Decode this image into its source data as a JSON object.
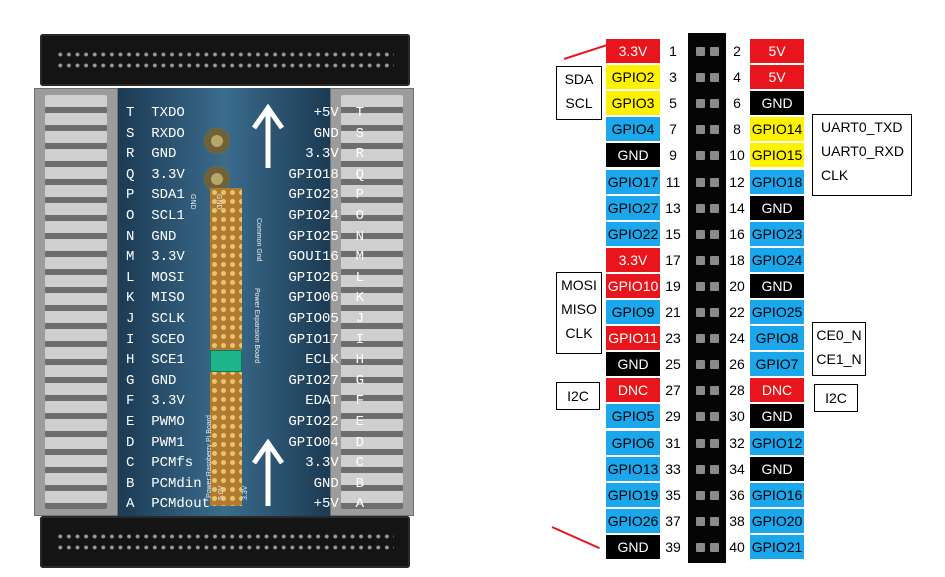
{
  "colors": {
    "red": "#e8161c",
    "yellow": "#fff200",
    "blue": "#1aa7ec",
    "black": "#000000"
  },
  "board": {
    "left_labels": [
      "T  TXDO",
      "S  RXDO",
      "R  GND",
      "Q  3.3V",
      "P  SDA1",
      "O  SCL1",
      "N  GND",
      "M  3.3V",
      "L  MOSI",
      "K  MISO",
      "J  SCLK",
      "I  SCEO",
      "H  SCE1",
      "G  GND",
      "F  3.3V",
      "E  PWMO",
      "D  PWM1",
      "C  PCMfs",
      "B  PCMdin",
      "A  PCMdout"
    ],
    "right_labels": [
      "+5V  T",
      "GND  S",
      "3.3V  R",
      "GPIO18  Q",
      "GPIO23  P",
      "GPIO24  O",
      "GPIO25  N",
      "GOUI16  M",
      "GPIO26  L",
      "GPIO06  K",
      "GPIO05  J",
      "GPIO17  I",
      "ECLK  H",
      "GPIO27  G",
      "EDAT  F",
      "GPIO22  E",
      "GPIO04  D",
      "3.3V  C",
      "GND  B",
      "+5V  A"
    ],
    "small": {
      "gnd1": "GND",
      "gnd2": "GND",
      "common_gnd": "Common Gnd",
      "expansion": "Power Expansion Board",
      "power": "Power:Raspberry Pi Board",
      "v5": "5.0V",
      "v33": "3.3V"
    }
  },
  "pinout": {
    "left": [
      {
        "pin": 1,
        "label": "3.3V",
        "color": "red"
      },
      {
        "pin": 3,
        "label": "GPIO2",
        "color": "yellow"
      },
      {
        "pin": 5,
        "label": "GPIO3",
        "color": "yellow"
      },
      {
        "pin": 7,
        "label": "GPIO4",
        "color": "blue"
      },
      {
        "pin": 9,
        "label": "GND",
        "color": "black"
      },
      {
        "pin": 11,
        "label": "GPIO17",
        "color": "blue"
      },
      {
        "pin": 13,
        "label": "GPIO27",
        "color": "blue"
      },
      {
        "pin": 15,
        "label": "GPIO22",
        "color": "blue"
      },
      {
        "pin": 17,
        "label": "3.3V",
        "color": "red"
      },
      {
        "pin": 19,
        "label": "GPIO10",
        "color": "red"
      },
      {
        "pin": 21,
        "label": "GPIO9",
        "color": "blue"
      },
      {
        "pin": 23,
        "label": "GPIO11",
        "color": "red"
      },
      {
        "pin": 25,
        "label": "GND",
        "color": "black"
      },
      {
        "pin": 27,
        "label": "DNC",
        "color": "red"
      },
      {
        "pin": 29,
        "label": "GPIO5",
        "color": "blue"
      },
      {
        "pin": 31,
        "label": "GPIO6",
        "color": "blue"
      },
      {
        "pin": 33,
        "label": "GPIO13",
        "color": "blue"
      },
      {
        "pin": 35,
        "label": "GPIO19",
        "color": "blue"
      },
      {
        "pin": 37,
        "label": "GPIO26",
        "color": "blue"
      },
      {
        "pin": 39,
        "label": "GND",
        "color": "black"
      }
    ],
    "right": [
      {
        "pin": 2,
        "label": "5V",
        "color": "red"
      },
      {
        "pin": 4,
        "label": "5V",
        "color": "red"
      },
      {
        "pin": 6,
        "label": "GND",
        "color": "black"
      },
      {
        "pin": 8,
        "label": "GPIO14",
        "color": "yellow"
      },
      {
        "pin": 10,
        "label": "GPIO15",
        "color": "yellow"
      },
      {
        "pin": 12,
        "label": "GPIO18",
        "color": "blue"
      },
      {
        "pin": 14,
        "label": "GND",
        "color": "black"
      },
      {
        "pin": 16,
        "label": "GPIO23",
        "color": "blue"
      },
      {
        "pin": 18,
        "label": "GPIO24",
        "color": "blue"
      },
      {
        "pin": 20,
        "label": "GND",
        "color": "black"
      },
      {
        "pin": 22,
        "label": "GPIO25",
        "color": "blue"
      },
      {
        "pin": 24,
        "label": "GPIO8",
        "color": "blue"
      },
      {
        "pin": 26,
        "label": "GPIO7",
        "color": "blue"
      },
      {
        "pin": 28,
        "label": "DNC",
        "color": "red"
      },
      {
        "pin": 30,
        "label": "GND",
        "color": "black"
      },
      {
        "pin": 32,
        "label": "GPIO12",
        "color": "blue"
      },
      {
        "pin": 34,
        "label": "GND",
        "color": "black"
      },
      {
        "pin": 36,
        "label": "GPIO16",
        "color": "blue"
      },
      {
        "pin": 38,
        "label": "GPIO20",
        "color": "blue"
      },
      {
        "pin": 40,
        "label": "GPIO21",
        "color": "blue"
      }
    ],
    "callouts": {
      "i2c_pins": [
        "SDA",
        "SCL"
      ],
      "uart": [
        "UART0_TXD",
        "UART0_RXD",
        "CLK"
      ],
      "spi": [
        "MOSI",
        "MISO",
        "CLK"
      ],
      "ce": [
        "CE0_N",
        "CE1_N"
      ],
      "i2c_left": "I2C",
      "i2c_right": "I2C"
    }
  }
}
